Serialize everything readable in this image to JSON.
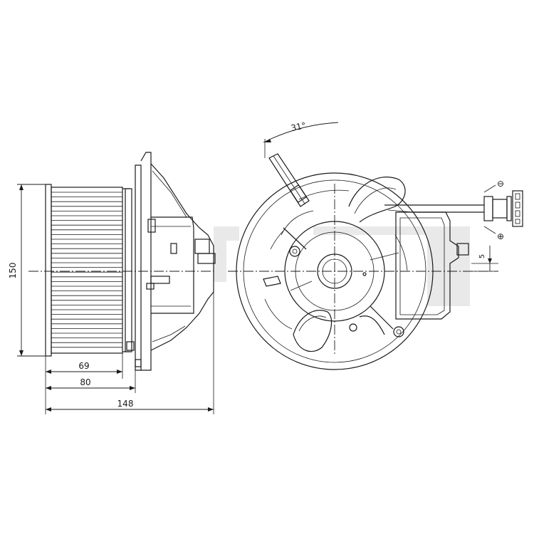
{
  "dimensions": {
    "diameter": "150",
    "width_inner": "69",
    "width_mid": "80",
    "width_total": "148",
    "angle": "31°",
    "offset": "5"
  },
  "connector": {
    "minus_symbol": "⊖",
    "plus_symbol": "⊕"
  }
}
